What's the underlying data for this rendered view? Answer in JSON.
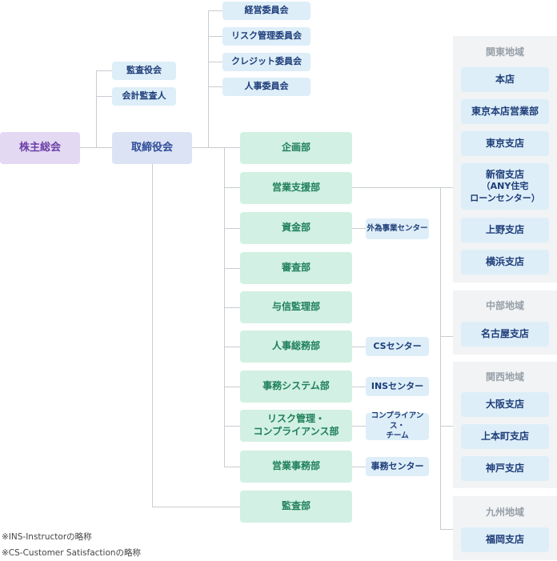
{
  "top": {
    "shareholders": "株主総会",
    "board": "取締役会",
    "auditors": [
      "監査役会",
      "会計監査人"
    ]
  },
  "committees": [
    "経営委員会",
    "リスク管理委員会",
    "クレジット委員会",
    "人事委員会"
  ],
  "departments": [
    {
      "lines": [
        "企画部"
      ]
    },
    {
      "lines": [
        "営業支援部"
      ]
    },
    {
      "lines": [
        "資金部"
      ],
      "center": [
        "外為事業センター"
      ]
    },
    {
      "lines": [
        "審査部"
      ]
    },
    {
      "lines": [
        "与信監理部"
      ]
    },
    {
      "lines": [
        "人事総務部"
      ],
      "center": [
        "CSセンター"
      ]
    },
    {
      "lines": [
        "事務システム部"
      ],
      "center": [
        "INSセンター"
      ]
    },
    {
      "lines": [
        "リスク管理・",
        "コンプライアンス部"
      ],
      "center": [
        "コンプライアンス・",
        "チーム"
      ]
    },
    {
      "lines": [
        "営業事務部"
      ],
      "center": [
        "事務センター"
      ]
    },
    {
      "lines": [
        "監査部"
      ]
    }
  ],
  "regions": [
    {
      "title": "関東地域",
      "branches": [
        {
          "lines": [
            "本店"
          ]
        },
        {
          "lines": [
            "東京本店営業部"
          ]
        },
        {
          "lines": [
            "東京支店"
          ]
        },
        {
          "lines": [
            "新宿支店",
            "（ANY住宅",
            "ローンセンター）"
          ]
        },
        {
          "lines": [
            "上野支店"
          ]
        },
        {
          "lines": [
            "横浜支店"
          ]
        }
      ]
    },
    {
      "title": "中部地域",
      "branches": [
        {
          "lines": [
            "名古屋支店"
          ]
        }
      ]
    },
    {
      "title": "関西地域",
      "branches": [
        {
          "lines": [
            "大阪支店"
          ]
        },
        {
          "lines": [
            "上本町支店"
          ]
        },
        {
          "lines": [
            "神戸支店"
          ]
        }
      ]
    },
    {
      "title": "九州地域",
      "branches": [
        {
          "lines": [
            "福岡支店"
          ]
        }
      ]
    }
  ],
  "notes": [
    "※INS-Instructorの略称",
    "※CS-Customer Satisfactionの略称"
  ]
}
